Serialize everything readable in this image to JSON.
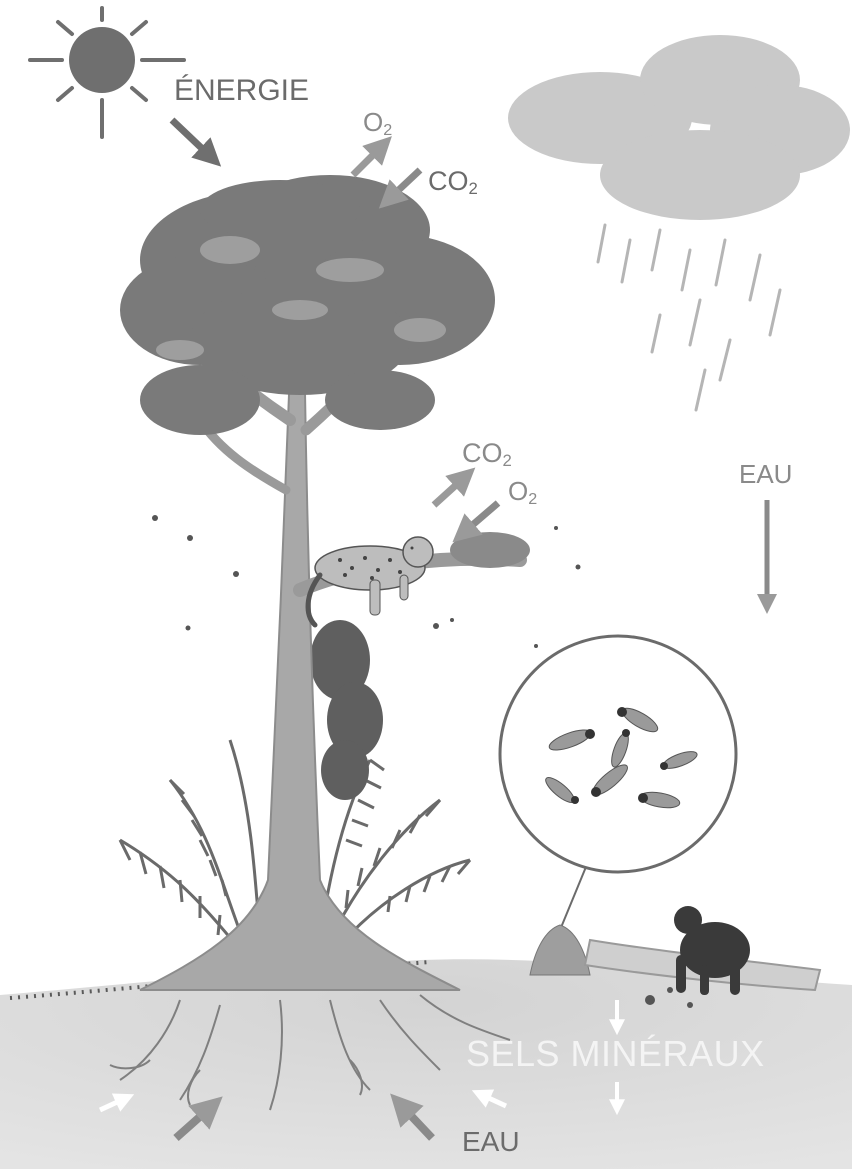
{
  "labels": {
    "energy": "ÉNERGIE",
    "o2_top": "O",
    "co2_top": "CO",
    "co2_branch": "CO",
    "o2_branch": "O",
    "subscript_two": "2",
    "water_rain": "EAU",
    "mineral_salts": "SELS MINÉRAUX",
    "water_ground": "EAU"
  },
  "colors": {
    "sun": "#6f6f6f",
    "arrow_dark": "#6f6f6f",
    "arrow_light": "#9a9a9a",
    "arrow_white": "#ffffff",
    "cloud": "#c9c9c9",
    "rain": "#b5b5b5",
    "foliage": "#7a7a7a",
    "trunk": "#a8a8a8",
    "ground": "#d7d7d7",
    "label_gray": "#6b6b6b"
  },
  "icons": [
    "sun-icon",
    "cloud-icon",
    "rain-icon",
    "tree-icon",
    "jaguar-icon",
    "termites-icon",
    "chimpanzee-icon",
    "fern-icon"
  ]
}
